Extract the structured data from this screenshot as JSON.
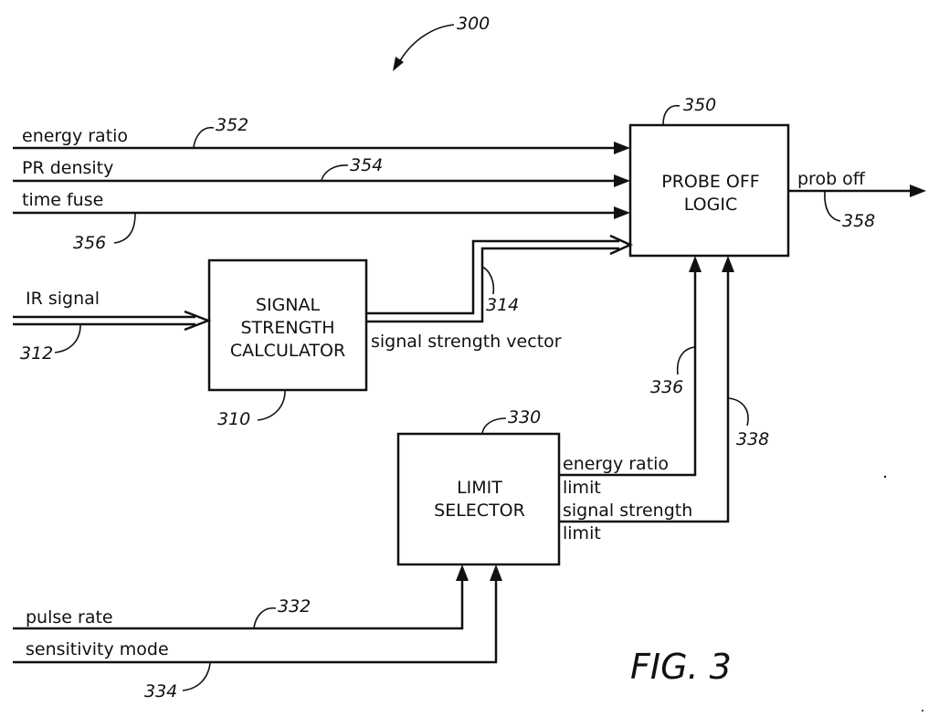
{
  "figure": {
    "ref_number": "300",
    "caption": "FIG. 3"
  },
  "blocks": {
    "probe_off_logic": {
      "ref": "350",
      "line1": "PROBE OFF",
      "line2": "LOGIC"
    },
    "signal_strength_calculator": {
      "ref": "310",
      "line1": "SIGNAL",
      "line2": "STRENGTH",
      "line3": "CALCULATOR"
    },
    "limit_selector": {
      "ref": "330",
      "line1": "LIMIT",
      "line2": "SELECTOR"
    }
  },
  "signals": {
    "energy_ratio": {
      "label": "energy ratio",
      "ref": "352"
    },
    "pr_density": {
      "label": "PR density",
      "ref": "354"
    },
    "time_fuse": {
      "label": "time fuse",
      "ref": "356"
    },
    "ir_signal": {
      "label": "IR signal",
      "ref": "312"
    },
    "signal_strength_vector": {
      "label": "signal strength vector",
      "ref": "314"
    },
    "prob_off": {
      "label": "prob off",
      "ref": "358"
    },
    "energy_ratio_limit": {
      "label_line1": "energy ratio",
      "label_line2": "limit",
      "ref": "336"
    },
    "signal_strength_limit": {
      "label_line1": "signal strength",
      "label_line2": "limit",
      "ref": "338"
    },
    "pulse_rate": {
      "label": "pulse rate",
      "ref": "332"
    },
    "sensitivity_mode": {
      "label": "sensitivity mode",
      "ref": "334"
    }
  }
}
